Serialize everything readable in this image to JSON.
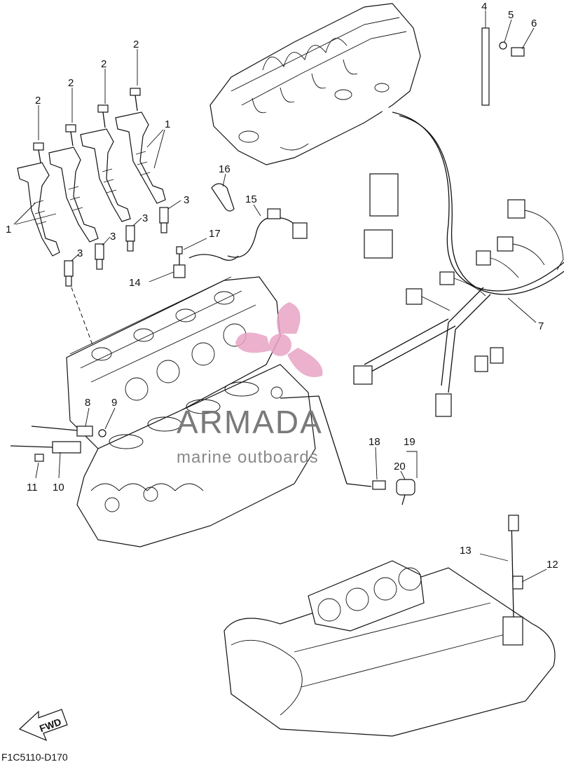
{
  "callouts": {
    "c1a": "1",
    "c1b": "1",
    "c2a": "2",
    "c2b": "2",
    "c2c": "2",
    "c2d": "2",
    "c3a": "3",
    "c3b": "3",
    "c3c": "3",
    "c3d": "3",
    "c4": "4",
    "c5": "5",
    "c6": "6",
    "c7": "7",
    "c8": "8",
    "c9": "9",
    "c10": "10",
    "c11": "11",
    "c12": "12",
    "c13": "13",
    "c14": "14",
    "c15": "15",
    "c16": "16",
    "c17": "17",
    "c18": "18",
    "c19": "19",
    "c20": "20"
  },
  "direction_label": "FWD",
  "diagram_code": "F1C5110-D170",
  "watermark": {
    "brand": "ARMADA",
    "tagline": "marine outboards",
    "logo_color": "#e8a3c4"
  }
}
